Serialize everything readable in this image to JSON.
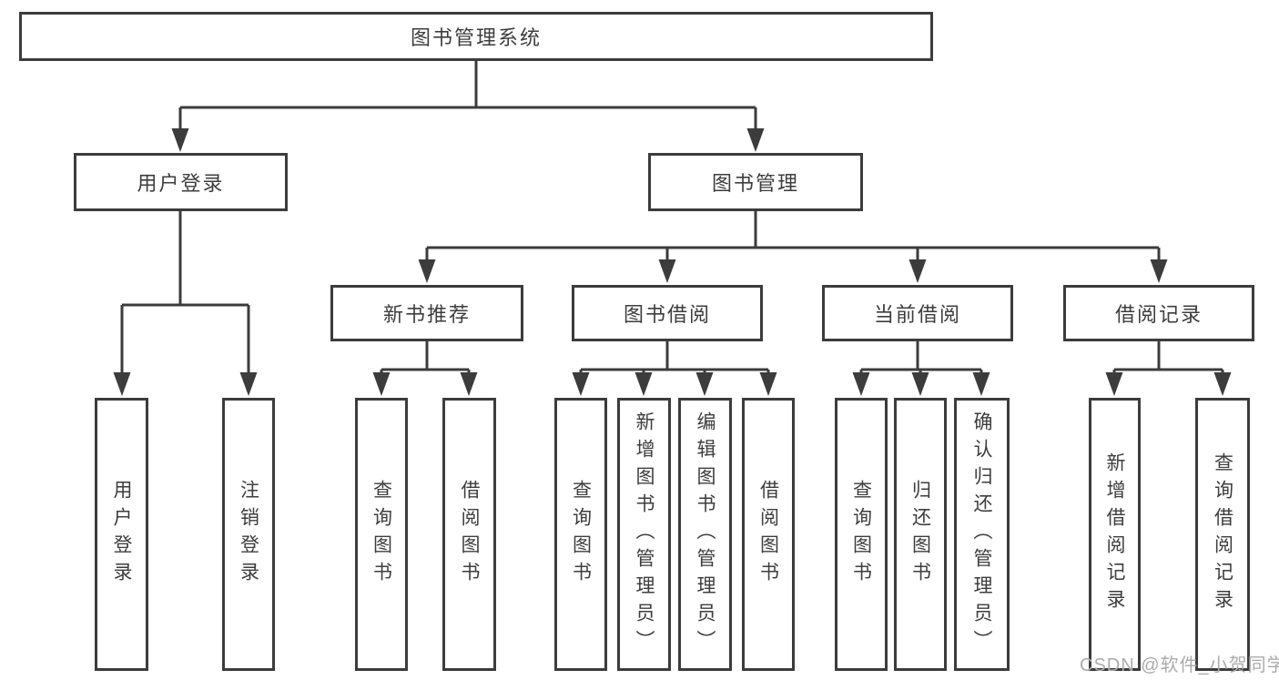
{
  "colors": {
    "line": "#3c3c3c",
    "text": "#3d3d3d",
    "watermark": "#ababab"
  },
  "watermark": {
    "text": "CSDN @软件_小贺同学"
  },
  "tree": {
    "label": "图书管理系统",
    "children": [
      {
        "label": "用户登录",
        "children": [
          {
            "label": "用户登录"
          },
          {
            "label": "注销登录"
          }
        ]
      },
      {
        "label": "图书管理",
        "children": [
          {
            "label": "新书推荐",
            "children": [
              {
                "label": "查询图书"
              },
              {
                "label": "借阅图书"
              }
            ]
          },
          {
            "label": "图书借阅",
            "children": [
              {
                "label": "查询图书"
              },
              {
                "label": "新增图书（管理员）"
              },
              {
                "label": "编辑图书（管理员）"
              },
              {
                "label": "借阅图书"
              }
            ]
          },
          {
            "label": "当前借阅",
            "children": [
              {
                "label": "查询图书"
              },
              {
                "label": "归还图书"
              },
              {
                "label": "确认归还（管理员）"
              }
            ]
          },
          {
            "label": "借阅记录",
            "children": [
              {
                "label": "新增借阅记录"
              },
              {
                "label": "查询借阅记录"
              }
            ]
          }
        ]
      }
    ]
  }
}
